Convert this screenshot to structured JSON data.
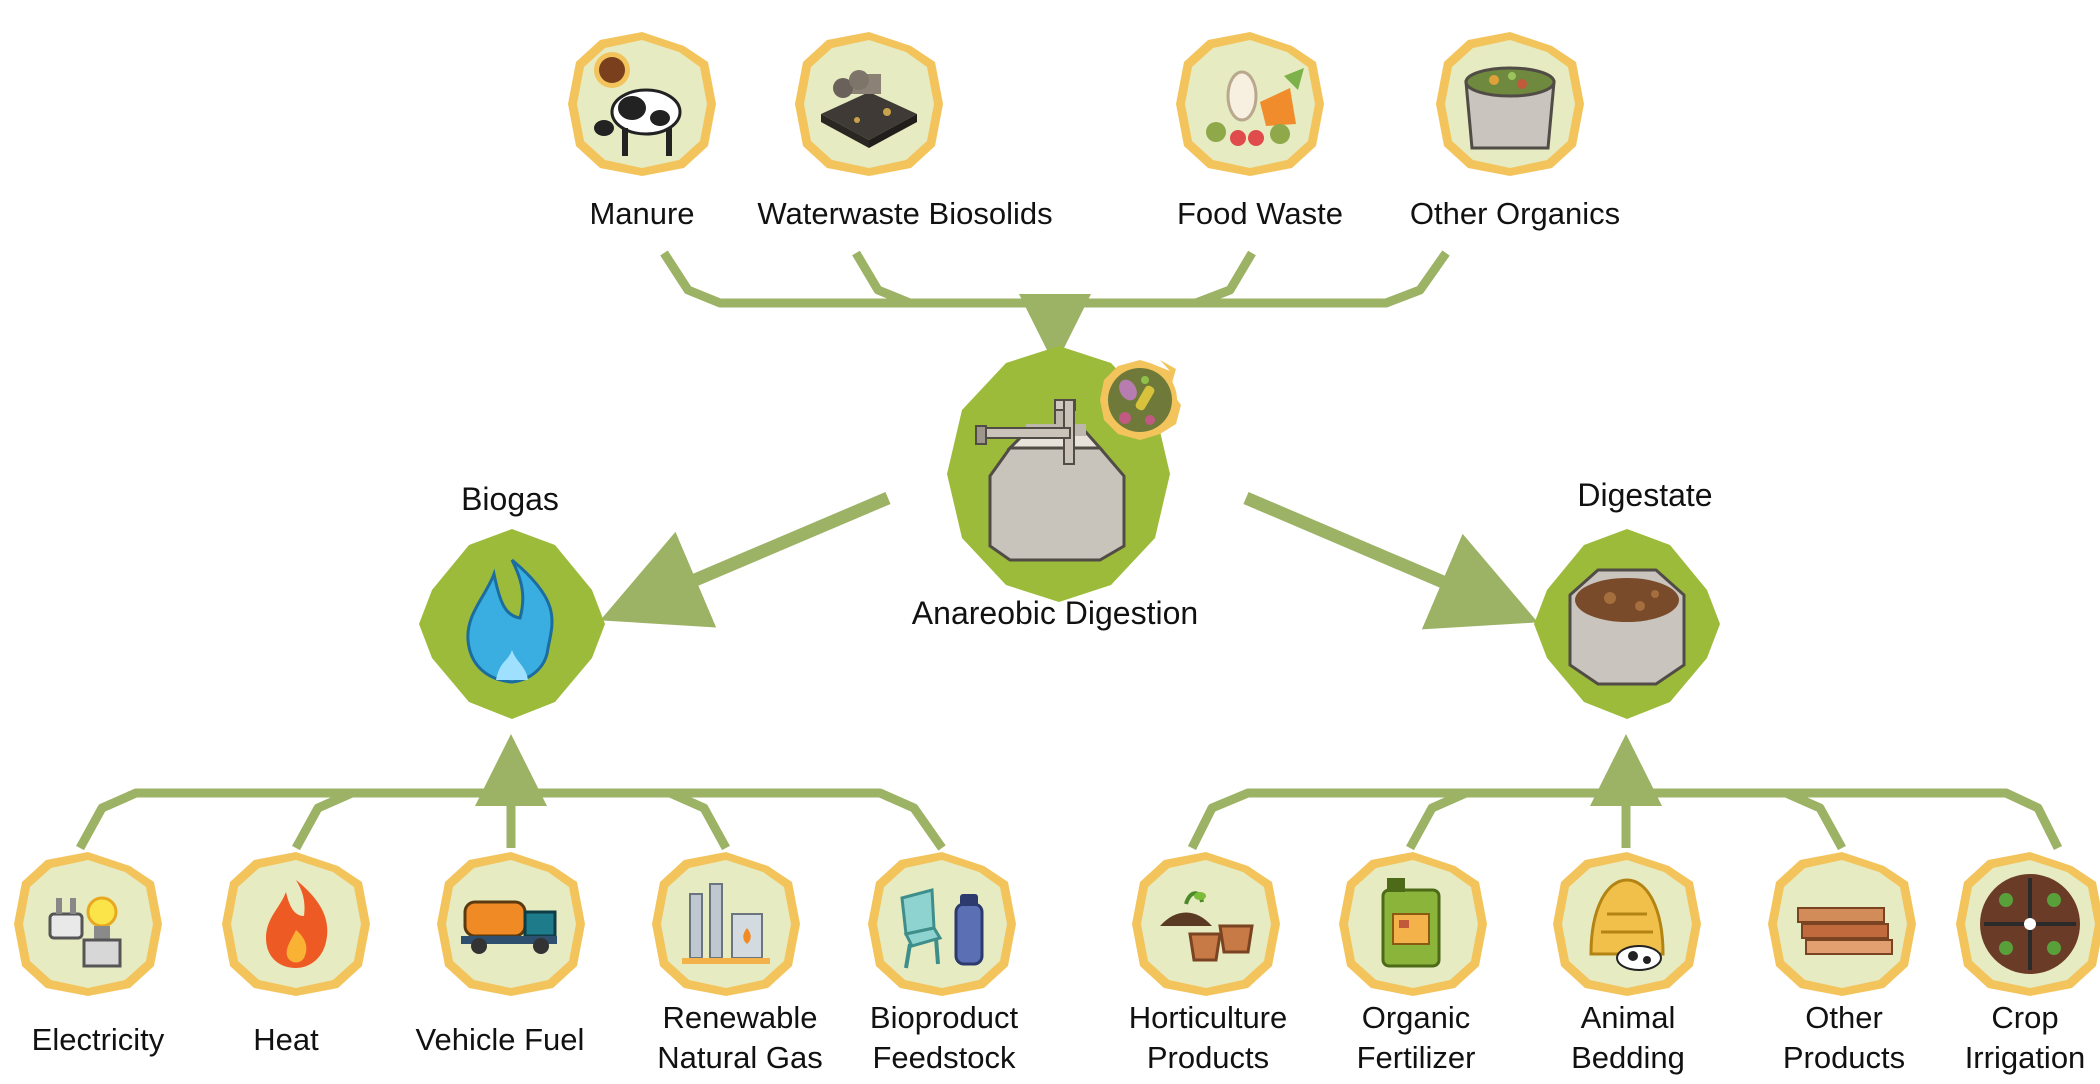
{
  "inputs": {
    "manure": "Manure",
    "biosolids": "Waterwaste Biosolids",
    "food_waste": "Food Waste",
    "other_organics": "Other Organics"
  },
  "center": {
    "label": "Anareobic Digestion"
  },
  "biogas": {
    "title": "Biogas",
    "outputs": {
      "electricity": "Electricity",
      "heat": "Heat",
      "vehicle_fuel": "Vehicle Fuel",
      "rng_line1": "Renewable",
      "rng_line2": "Natural Gas",
      "feedstock_line1": "Bioproduct",
      "feedstock_line2": "Feedstock"
    }
  },
  "digestate": {
    "title": "Digestate",
    "outputs": {
      "horticulture_line1": "Horticulture",
      "horticulture_line2": "Products",
      "fertilizer_line1": "Organic",
      "fertilizer_line2": "Fertilizer",
      "bedding_line1": "Animal",
      "bedding_line2": "Bedding",
      "other_line1": "Other",
      "other_line2": "Products",
      "irrigation_line1": "Crop",
      "irrigation_line2": "Irrigation"
    }
  },
  "colors": {
    "connector": "#9cb265",
    "badge_outer": "#f3c45c",
    "badge_inner": "#e6ebc2",
    "hub_fill": "#9dbb3a",
    "flame": "#3aaee0"
  },
  "icons": {
    "manure": "cow-icon",
    "biosolids": "treatment-plant-icon",
    "food_waste": "food-scraps-icon",
    "other_organics": "organic-bin-icon",
    "digester": "digester-tank-icon",
    "biogas": "blue-flame-icon",
    "digestate": "digestate-tank-icon",
    "electricity": "plug-bulb-icon",
    "heat": "fire-icon",
    "vehicle_fuel": "tanker-truck-icon",
    "rng": "refinery-icon",
    "feedstock": "plastic-chair-icon",
    "horticulture": "plant-pots-icon",
    "fertilizer": "fertilizer-jug-icon",
    "bedding": "hay-pile-icon",
    "other_products": "boards-icon",
    "irrigation": "irrigated-soil-icon"
  }
}
